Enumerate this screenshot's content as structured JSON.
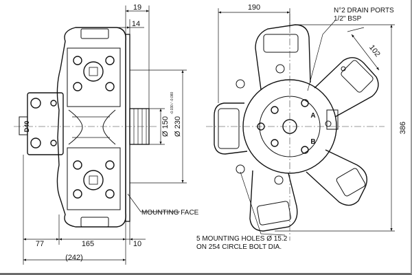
{
  "left_view": {
    "dims": {
      "d19": "19",
      "d14": "14",
      "d150": "Ø 150",
      "d150_tol": "-0.030 / -0.080",
      "d230": "Ø 230",
      "d77": "77",
      "d165": "165",
      "d10": "10",
      "d242": "(242)"
    },
    "port_label": "D40",
    "mounting_face": "MOUNTING FACE"
  },
  "right_view": {
    "dims": {
      "d190": "190",
      "d102": "102",
      "d386": "386"
    },
    "drain_note": [
      "N°2 DRAIN PORTS",
      "1/2\" BSP"
    ],
    "port_a": "A",
    "port_b": "B",
    "mount_note": [
      "5 MOUNTING HOLES Ø 15.2",
      "ON 254 CIRCLE BOLT DIA."
    ]
  }
}
